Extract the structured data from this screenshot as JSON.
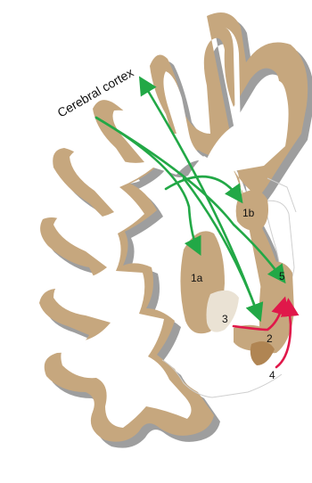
{
  "title": "Cerebral cortex",
  "labels": {
    "caudate": "1b",
    "putamen": "1a",
    "stn": "5",
    "gp": "3",
    "snr": "2",
    "snc": "4"
  },
  "colors": {
    "gray_matter": "#c6a77e",
    "white_matter": "#ffffff",
    "shadow": "#9e9e9e",
    "pale_nucleus": "#eae2d4",
    "dark_nucleus": "#b08553",
    "green_arrow": "#22a846",
    "red_arrow": "#e0184a"
  }
}
